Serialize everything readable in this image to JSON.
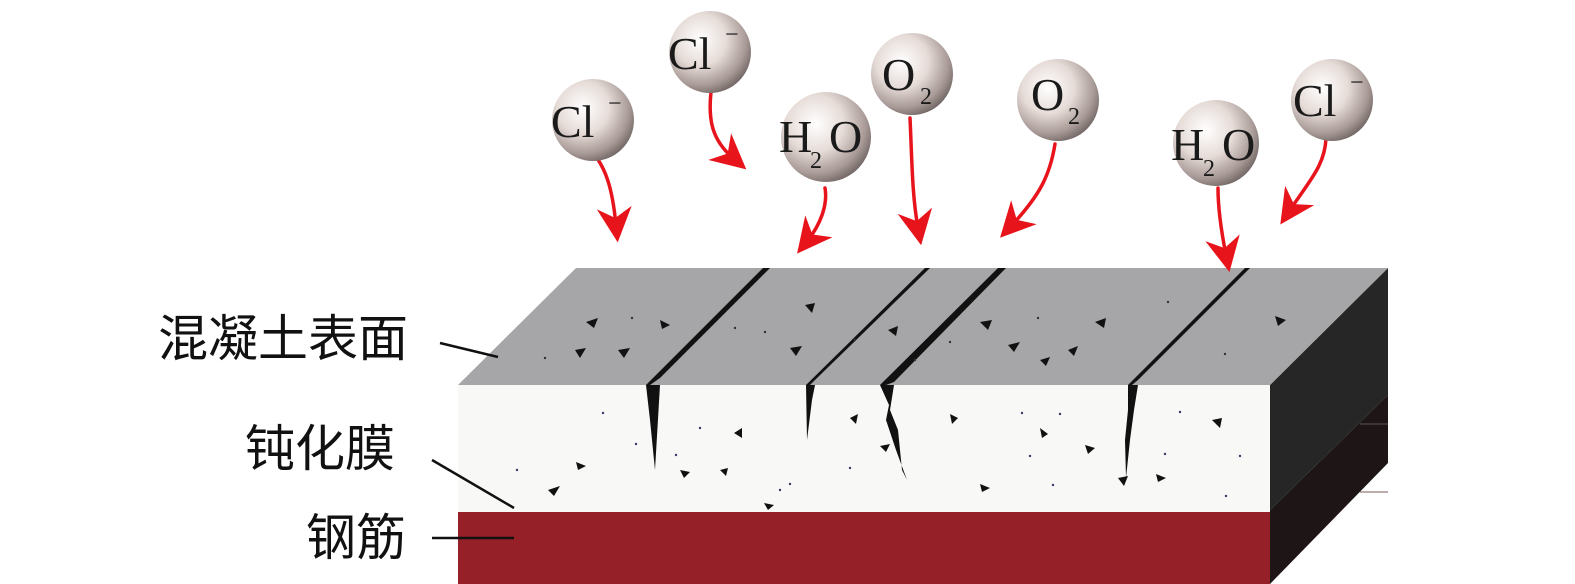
{
  "labels": {
    "concrete_surface": "混凝土表面",
    "passive_film": "钝化膜",
    "rebar": "钢筋"
  },
  "particles": [
    {
      "id": "cl-1",
      "base": "Cl",
      "sub": "",
      "sup": "−"
    },
    {
      "id": "cl-2",
      "base": "Cl",
      "sub": "",
      "sup": "−"
    },
    {
      "id": "h2o-1",
      "base": "H",
      "sub": "2",
      "tail": "O"
    },
    {
      "id": "o2-1",
      "base": "O",
      "sub": "2"
    },
    {
      "id": "o2-2",
      "base": "O",
      "sub": "2"
    },
    {
      "id": "h2o-2",
      "base": "H",
      "sub": "2",
      "tail": "O"
    },
    {
      "id": "cl-3",
      "base": "Cl",
      "sub": "",
      "sup": "−"
    }
  ],
  "colors": {
    "concrete_top": "#a6a6a8",
    "passive_layer": "#f8f8f6",
    "rebar": "#962028",
    "side_dark": "#262626",
    "arrow": "#e8141c"
  }
}
